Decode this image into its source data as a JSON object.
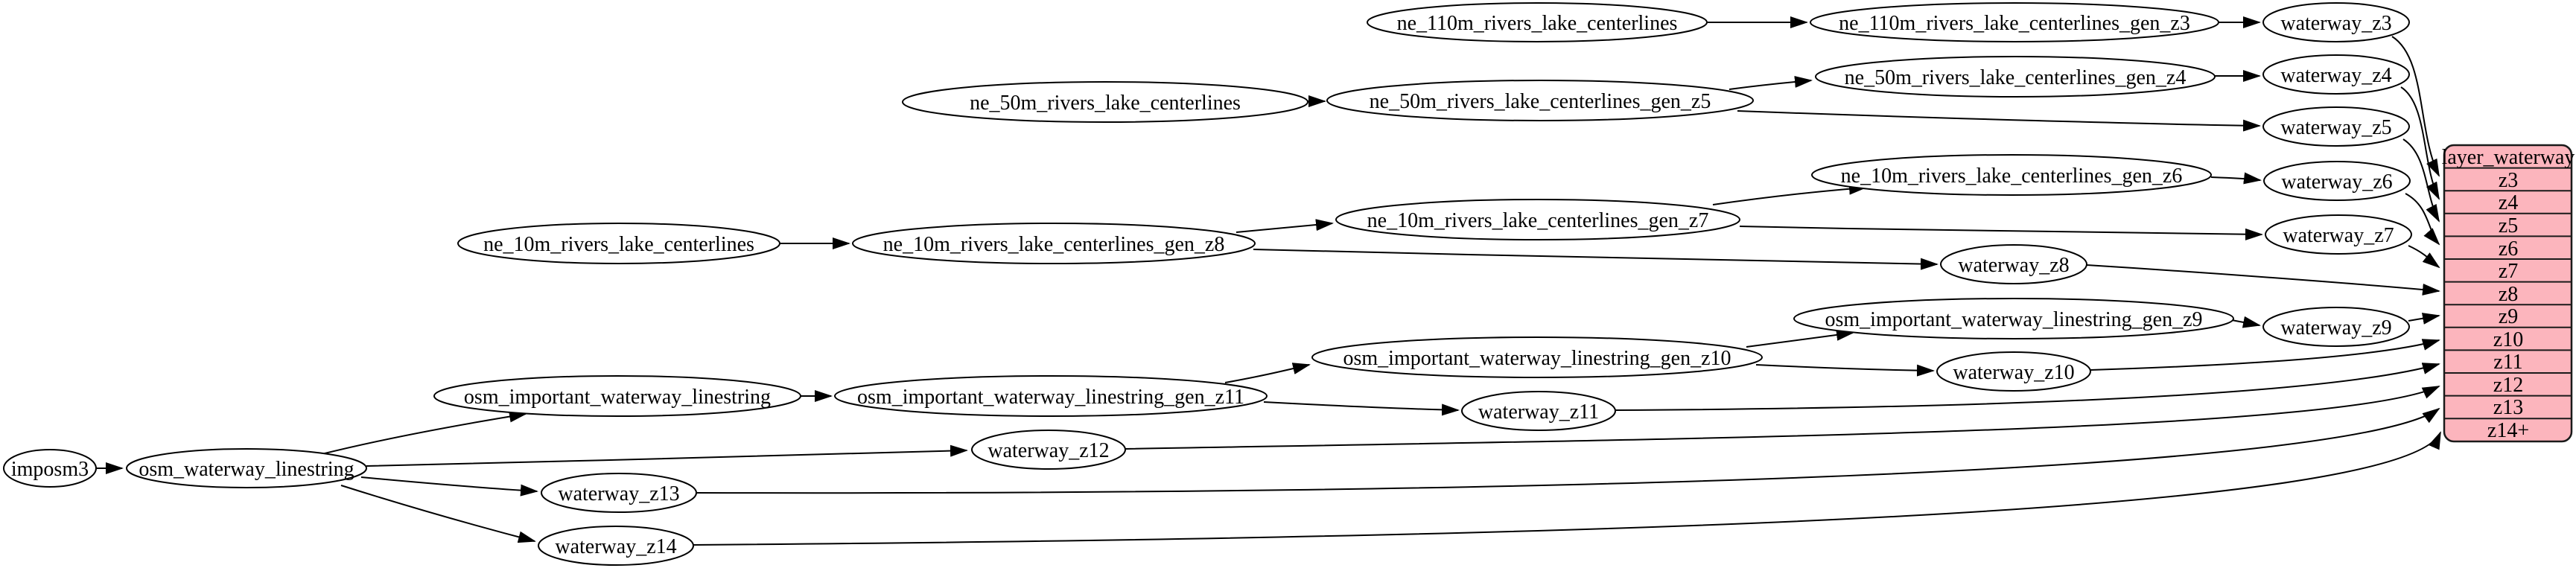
{
  "diagram": {
    "background": "#ffffff",
    "edge_color": "#000000",
    "node_fill": "#ffffff",
    "node_stroke": "#000000",
    "nodes": {
      "imposm3": {
        "label": "imposm3"
      },
      "osm_waterway_linestring": {
        "label": "osm_waterway_linestring"
      },
      "osm_important_waterway_linestring": {
        "label": "osm_important_waterway_linestring"
      },
      "osm_important_waterway_linestring_gen_z11": {
        "label": "osm_important_waterway_linestring_gen_z11"
      },
      "osm_important_waterway_linestring_gen_z10": {
        "label": "osm_important_waterway_linestring_gen_z10"
      },
      "osm_important_waterway_linestring_gen_z9": {
        "label": "osm_important_waterway_linestring_gen_z9"
      },
      "ne_110m_rivers_lake_centerlines": {
        "label": "ne_110m_rivers_lake_centerlines"
      },
      "ne_110m_rivers_lake_centerlines_gen_z3": {
        "label": "ne_110m_rivers_lake_centerlines_gen_z3"
      },
      "ne_50m_rivers_lake_centerlines": {
        "label": "ne_50m_rivers_lake_centerlines"
      },
      "ne_50m_rivers_lake_centerlines_gen_z5": {
        "label": "ne_50m_rivers_lake_centerlines_gen_z5"
      },
      "ne_50m_rivers_lake_centerlines_gen_z4": {
        "label": "ne_50m_rivers_lake_centerlines_gen_z4"
      },
      "ne_10m_rivers_lake_centerlines": {
        "label": "ne_10m_rivers_lake_centerlines"
      },
      "ne_10m_rivers_lake_centerlines_gen_z8": {
        "label": "ne_10m_rivers_lake_centerlines_gen_z8"
      },
      "ne_10m_rivers_lake_centerlines_gen_z7": {
        "label": "ne_10m_rivers_lake_centerlines_gen_z7"
      },
      "ne_10m_rivers_lake_centerlines_gen_z6": {
        "label": "ne_10m_rivers_lake_centerlines_gen_z6"
      },
      "waterway_z3": {
        "label": "waterway_z3"
      },
      "waterway_z4": {
        "label": "waterway_z4"
      },
      "waterway_z5": {
        "label": "waterway_z5"
      },
      "waterway_z6": {
        "label": "waterway_z6"
      },
      "waterway_z7": {
        "label": "waterway_z7"
      },
      "waterway_z8": {
        "label": "waterway_z8"
      },
      "waterway_z9": {
        "label": "waterway_z9"
      },
      "waterway_z10": {
        "label": "waterway_z10"
      },
      "waterway_z11": {
        "label": "waterway_z11"
      },
      "waterway_z12": {
        "label": "waterway_z12"
      },
      "waterway_z13": {
        "label": "waterway_z13"
      },
      "waterway_z14": {
        "label": "waterway_z14"
      }
    },
    "record": {
      "title": "layer_waterway",
      "rows": [
        "z3",
        "z4",
        "z5",
        "z6",
        "z7",
        "z8",
        "z9",
        "z10",
        "z11",
        "z12",
        "z13",
        "z14+"
      ],
      "fill": "#fcb5bd",
      "stroke": "#1a1a1a",
      "text_color": "#000000"
    },
    "edges": [
      {
        "from": "imposm3",
        "to": "osm_waterway_linestring"
      },
      {
        "from": "osm_waterway_linestring",
        "to": "osm_important_waterway_linestring"
      },
      {
        "from": "osm_waterway_linestring",
        "to": "waterway_z12"
      },
      {
        "from": "osm_waterway_linestring",
        "to": "waterway_z13"
      },
      {
        "from": "osm_waterway_linestring",
        "to": "waterway_z14"
      },
      {
        "from": "osm_important_waterway_linestring",
        "to": "osm_important_waterway_linestring_gen_z11"
      },
      {
        "from": "osm_important_waterway_linestring_gen_z11",
        "to": "osm_important_waterway_linestring_gen_z10"
      },
      {
        "from": "osm_important_waterway_linestring_gen_z11",
        "to": "waterway_z11"
      },
      {
        "from": "osm_important_waterway_linestring_gen_z10",
        "to": "osm_important_waterway_linestring_gen_z9"
      },
      {
        "from": "osm_important_waterway_linestring_gen_z10",
        "to": "waterway_z10"
      },
      {
        "from": "osm_important_waterway_linestring_gen_z9",
        "to": "waterway_z9"
      },
      {
        "from": "ne_110m_rivers_lake_centerlines",
        "to": "ne_110m_rivers_lake_centerlines_gen_z3"
      },
      {
        "from": "ne_110m_rivers_lake_centerlines_gen_z3",
        "to": "waterway_z3"
      },
      {
        "from": "ne_50m_rivers_lake_centerlines",
        "to": "ne_50m_rivers_lake_centerlines_gen_z5"
      },
      {
        "from": "ne_50m_rivers_lake_centerlines_gen_z5",
        "to": "ne_50m_rivers_lake_centerlines_gen_z4"
      },
      {
        "from": "ne_50m_rivers_lake_centerlines_gen_z5",
        "to": "waterway_z5"
      },
      {
        "from": "ne_50m_rivers_lake_centerlines_gen_z4",
        "to": "waterway_z4"
      },
      {
        "from": "ne_10m_rivers_lake_centerlines",
        "to": "ne_10m_rivers_lake_centerlines_gen_z8"
      },
      {
        "from": "ne_10m_rivers_lake_centerlines_gen_z8",
        "to": "ne_10m_rivers_lake_centerlines_gen_z7"
      },
      {
        "from": "ne_10m_rivers_lake_centerlines_gen_z8",
        "to": "waterway_z8"
      },
      {
        "from": "ne_10m_rivers_lake_centerlines_gen_z7",
        "to": "ne_10m_rivers_lake_centerlines_gen_z6"
      },
      {
        "from": "ne_10m_rivers_lake_centerlines_gen_z7",
        "to": "waterway_z7"
      },
      {
        "from": "ne_10m_rivers_lake_centerlines_gen_z6",
        "to": "waterway_z6"
      },
      {
        "from": "waterway_z3",
        "to": "layer_waterway.z3"
      },
      {
        "from": "waterway_z4",
        "to": "layer_waterway.z4"
      },
      {
        "from": "waterway_z5",
        "to": "layer_waterway.z5"
      },
      {
        "from": "waterway_z6",
        "to": "layer_waterway.z6"
      },
      {
        "from": "waterway_z7",
        "to": "layer_waterway.z7"
      },
      {
        "from": "waterway_z8",
        "to": "layer_waterway.z8"
      },
      {
        "from": "waterway_z9",
        "to": "layer_waterway.z9"
      },
      {
        "from": "waterway_z10",
        "to": "layer_waterway.z10"
      },
      {
        "from": "waterway_z11",
        "to": "layer_waterway.z11"
      },
      {
        "from": "waterway_z12",
        "to": "layer_waterway.z12"
      },
      {
        "from": "waterway_z13",
        "to": "layer_waterway.z13"
      },
      {
        "from": "waterway_z14",
        "to": "layer_waterway.z14+"
      }
    ]
  }
}
